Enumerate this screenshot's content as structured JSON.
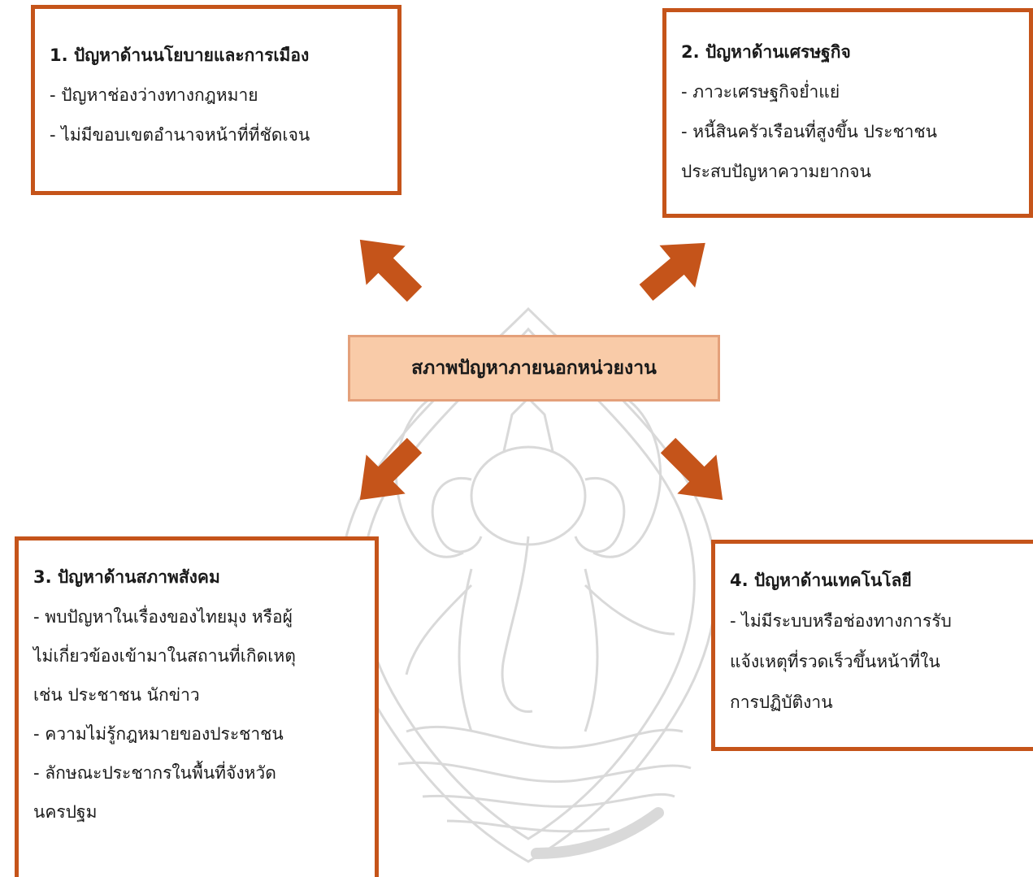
{
  "center": {
    "label": "สภาพปัญหาภายนอกหน่วยงาน"
  },
  "boxes": {
    "politics": {
      "title": "1. ปัญหาด้านนโยบายและการเมือง",
      "lines": [
        "- ปัญหาช่องว่างทางกฎหมาย",
        "- ไม่มีขอบเขตอำนาจหน้าที่ที่ชัดเจน"
      ]
    },
    "economy": {
      "title": "2. ปัญหาด้านเศรษฐกิจ",
      "lines": [
        "- ภาวะเศรษฐกิจย่ำแย่",
        "- หนี้สินครัวเรือนที่สูงขึ้น ประชาชน",
        "ประสบปัญหาความยากจน"
      ]
    },
    "society": {
      "title": "3. ปัญหาด้านสภาพสังคม",
      "lines": [
        "- พบปัญหาในเรื่องของไทยมุง หรือผู้",
        "ไม่เกี่ยวข้องเข้ามาในสถานที่เกิดเหตุ",
        "เช่น ประชาชน นักข่าว",
        "- ความไม่รู้กฎหมายของประชาชน",
        "- ลักษณะประชากรในพื้นที่จังหวัด",
        "นครปฐม"
      ]
    },
    "technology": {
      "title": "4. ปัญหาด้านเทคโนโลยี",
      "lines": [
        "- ไม่มีระบบหรือช่องทางการรับ",
        "แจ้งเหตุที่รวดเร็วขึ้นหน้าที่ใน",
        "การปฏิบัติงาน"
      ]
    }
  },
  "colors": {
    "box_border": "#c5541a",
    "arrow": "#c5541a",
    "center_fill": "#f9cba8",
    "center_border": "#e4a07a",
    "watermark": "#b5b5b5"
  },
  "icons": {
    "watermark": "ganesha-emblem-watermark"
  }
}
